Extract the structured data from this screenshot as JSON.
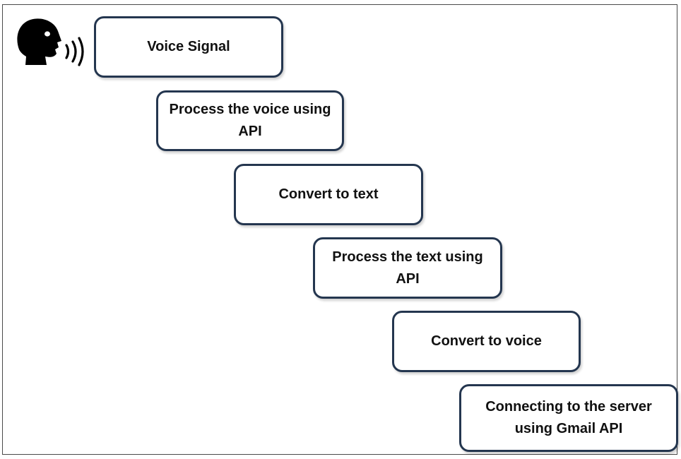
{
  "diagram": {
    "icon": "speaking-head-icon",
    "colors": {
      "box_border": "#24364f",
      "text": "#111111",
      "icon": "#000000"
    },
    "steps": [
      {
        "text": "Voice Signal"
      },
      {
        "text": "Process the voice using API"
      },
      {
        "text": "Convert to text"
      },
      {
        "text": "Process the text using API"
      },
      {
        "text": "Convert to voice"
      },
      {
        "text": "Connecting to the server using  Gmail API"
      }
    ]
  }
}
